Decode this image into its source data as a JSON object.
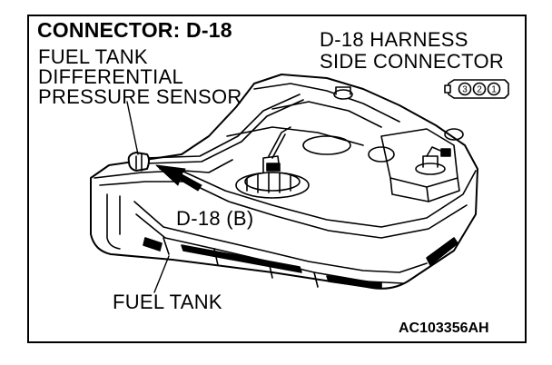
{
  "header": {
    "connector_title": "CONNECTOR: D-18",
    "component_name": "FUEL TANK\nDIFFERENTIAL\nPRESSURE SENSOR"
  },
  "harness": {
    "label": "D-18 HARNESS\nSIDE CONNECTOR",
    "pins": [
      "3",
      "2",
      "1"
    ]
  },
  "callouts": {
    "connector": "D-18 (B)",
    "fuel_tank": "FUEL TANK"
  },
  "figure_code": "AC103356AH"
}
